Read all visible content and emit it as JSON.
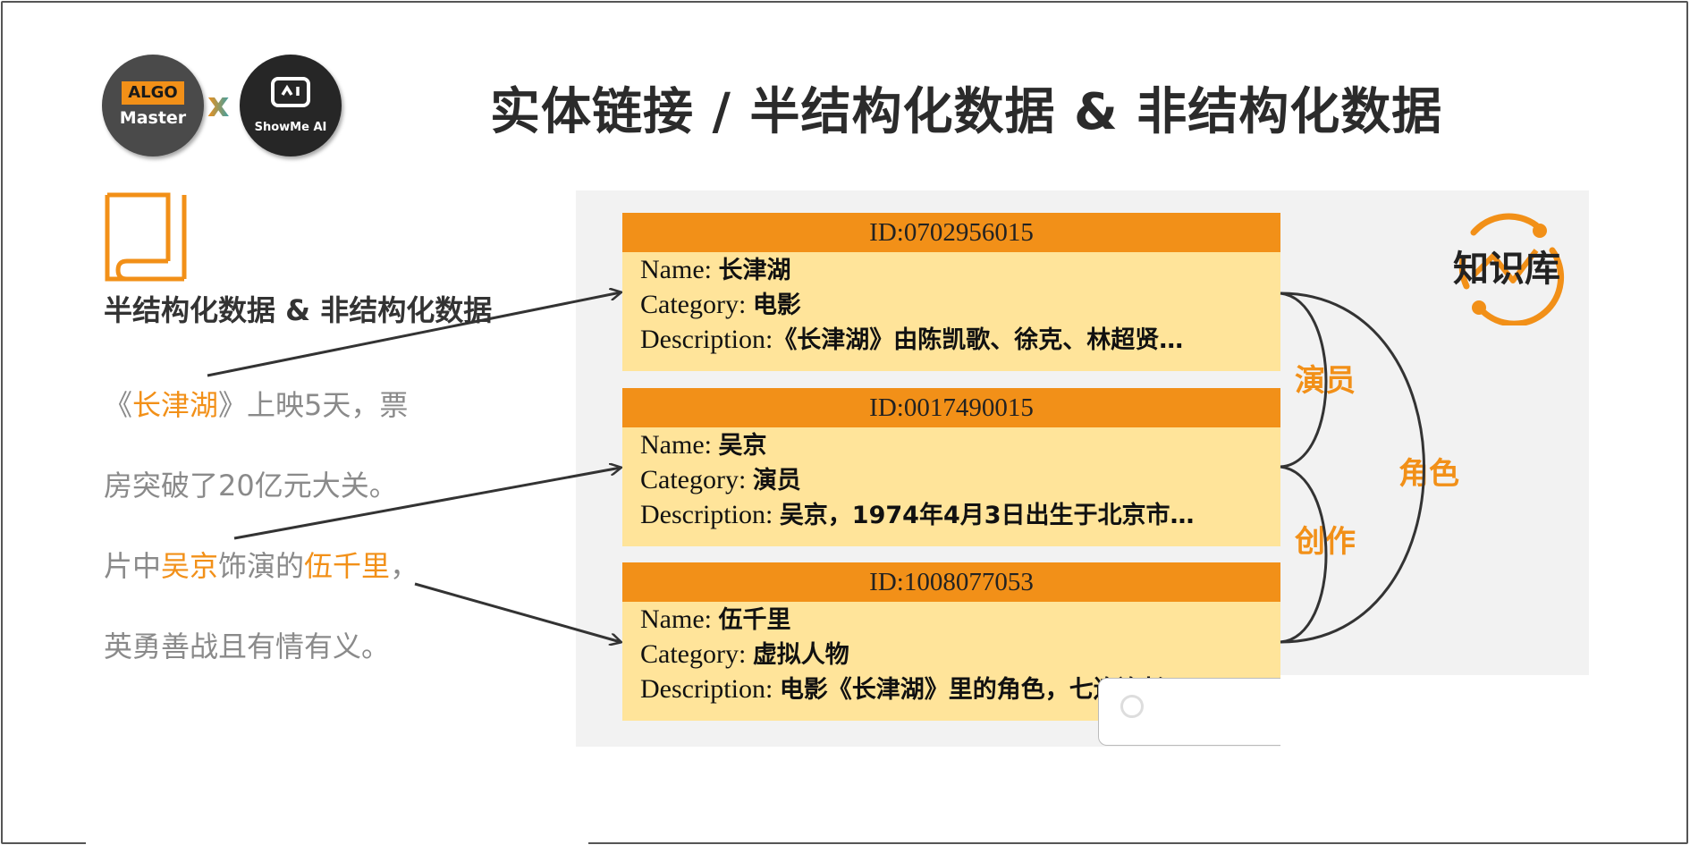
{
  "logos": {
    "algo_tag": "ALGO",
    "algo_sub": "Master",
    "x_mark": "x",
    "showme_text": "ShowMe AI"
  },
  "title": "实体链接 / 半结构化数据 & 非结构化数据",
  "left": {
    "heading": "半结构化数据 & 非结构化数据",
    "sentences": [
      {
        "parts": [
          {
            "t": "《",
            "h": false
          },
          {
            "t": "长津湖",
            "h": true
          },
          {
            "t": "》上映5天，票",
            "h": false
          }
        ]
      },
      {
        "parts": [
          {
            "t": "房突破了20亿元大关。",
            "h": false
          }
        ]
      },
      {
        "parts": [
          {
            "t": "片中",
            "h": false
          },
          {
            "t": "吴京",
            "h": true
          },
          {
            "t": "饰演的",
            "h": false
          },
          {
            "t": "伍千里",
            "h": true
          },
          {
            "t": "，",
            "h": false
          }
        ]
      },
      {
        "parts": [
          {
            "t": "英勇善战且有情有义。",
            "h": false
          }
        ]
      }
    ]
  },
  "cards": [
    {
      "id": "ID:0702956015",
      "name_label": "Name: ",
      "name": "长津湖",
      "category_label": "Category: ",
      "category": "电影",
      "description_label": "Description:",
      "description": "《长津湖》由陈凯歌、徐克、林超贤…"
    },
    {
      "id": "ID:0017490015",
      "name_label": "Name: ",
      "name": "吴京",
      "category_label": "Category: ",
      "category": "演员",
      "description_label": "Description: ",
      "description": "吴京，1974年4月3日出生于北京市…"
    },
    {
      "id": "ID:1008077053",
      "name_label": "Name: ",
      "name": "伍千里",
      "category_label": "Category: ",
      "category": "虚拟人物",
      "description_label": "Description: ",
      "description": "电影《长津湖》里的角色，七连连长…"
    }
  ],
  "relations": {
    "actor": "演员",
    "role": "角色",
    "create": "创作"
  },
  "knowledge_base": "知识库",
  "icons": {
    "document": "document-icon",
    "knowledge_base": "knowledge-base-icon",
    "search": "search-icon",
    "showme_robot": "robot-face-icon"
  },
  "colors": {
    "accent": "#f29018",
    "card_body": "#ffe49a",
    "panel": "#f2f2f2",
    "text_dark": "#2b2b2b",
    "text_gray": "#8a8a8a"
  }
}
